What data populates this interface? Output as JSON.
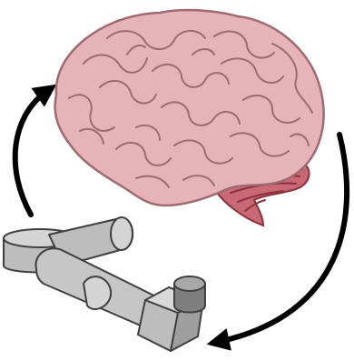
{
  "diagram": {
    "nodes": [
      {
        "id": "brain",
        "icon": "brain-illustration"
      },
      {
        "id": "robot-arm",
        "icon": "robot-arm-illustration"
      }
    ],
    "edges": [
      {
        "from": "brain",
        "to": "robot-arm",
        "style": "curved-arrow",
        "direction": "clockwise"
      },
      {
        "from": "robot-arm",
        "to": "brain",
        "style": "curved-arrow",
        "direction": "clockwise"
      }
    ],
    "colors": {
      "cerebrum_fill": "#E6B3B9",
      "cerebrum_outline": "#A06A72",
      "cerebellum_fill": "#C86A75",
      "cerebellum_stripe": "#8E2F3C",
      "robot_light": "#D4D4D4",
      "robot_mid": "#BDBDBD",
      "robot_dark": "#8E8E8E",
      "robot_outline": "#404040",
      "arrow": "#000000"
    }
  }
}
